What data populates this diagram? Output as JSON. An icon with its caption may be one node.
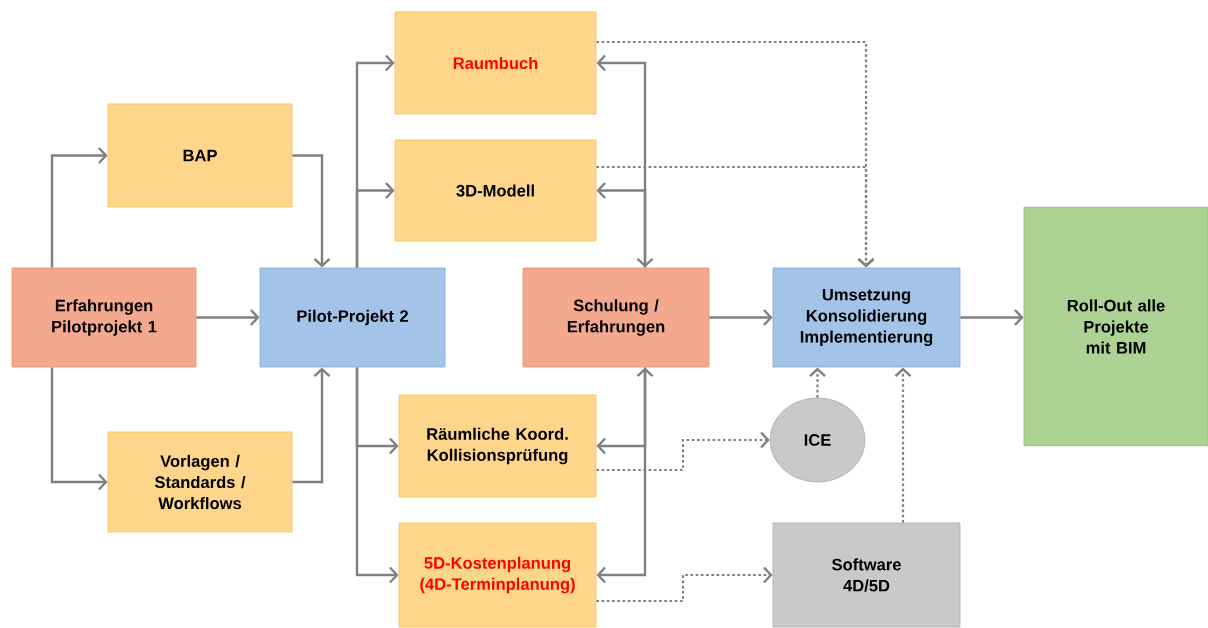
{
  "diagram": {
    "nodes": [
      {
        "text": [
          "Erfahrungen Pilotprojekt 1"
        ]
      },
      {
        "text": [
          "BAP"
        ]
      },
      {
        "text": [
          "Vorlagen / Standards / Workflows"
        ]
      },
      {
        "text": [
          "Pilot-Projekt 2"
        ]
      },
      {
        "text": [
          "Raumbuch"
        ]
      },
      {
        "text": [
          "3D-Modell"
        ]
      },
      {
        "text": [
          "Schulung / Erfahrungen"
        ]
      },
      {
        "text": [
          "Räumliche Koord. Kollisionsprüfung"
        ]
      },
      {
        "text": [
          "5D-Kostenplanung (4D-Terminplanung)"
        ]
      },
      {
        "text": [
          "Umsetzung Konsolidierung Implementierung"
        ]
      },
      {
        "text": [
          "ICE"
        ]
      },
      {
        "text": [
          "Software 4D/5D"
        ]
      },
      {
        "text": [
          "Roll-Out alle Projekte mit BIM"
        ]
      }
    ],
    "edges": [
      {
        "from": 0,
        "to": 1,
        "arrow": "to"
      },
      {
        "from": 0,
        "to": 2,
        "arrow": "to"
      },
      {
        "from": 0,
        "to": 3,
        "arrow": "to"
      },
      {
        "from": 1,
        "to": 3,
        "arrow": "to"
      },
      {
        "from": 2,
        "to": 3,
        "arrow": "to"
      },
      {
        "from": 3,
        "to": 4,
        "arrow": "to"
      },
      {
        "from": 3,
        "to": 5,
        "arrow": "to"
      },
      {
        "from": 3,
        "to": 7,
        "arrow": "to"
      },
      {
        "from": 3,
        "to": 8,
        "arrow": "to"
      },
      {
        "from": 4,
        "to": 6,
        "arrow": "both"
      },
      {
        "from": 6,
        "to": 5,
        "arrow": "to"
      },
      {
        "from": 7,
        "to": 6,
        "arrow": "both"
      },
      {
        "from": 6,
        "to": 8,
        "arrow": "to"
      },
      {
        "from": 6,
        "to": 9,
        "arrow": "to"
      },
      {
        "from": 9,
        "to": 12,
        "arrow": "to"
      },
      {
        "from": 4,
        "to": 9,
        "arrow": "to",
        "style": "dashed"
      },
      {
        "from": 5,
        "to": 9,
        "arrow": "to",
        "style": "dashed"
      },
      {
        "from": 7,
        "to": 10,
        "arrow": "to",
        "style": "dashed"
      },
      {
        "from": 8,
        "to": 11,
        "arrow": "to",
        "style": "dashed"
      },
      {
        "from": 10,
        "to": 9,
        "arrow": "to",
        "style": "dashed"
      },
      {
        "from": 11,
        "to": 9,
        "arrow": "to",
        "style": "dashed"
      }
    ]
  }
}
